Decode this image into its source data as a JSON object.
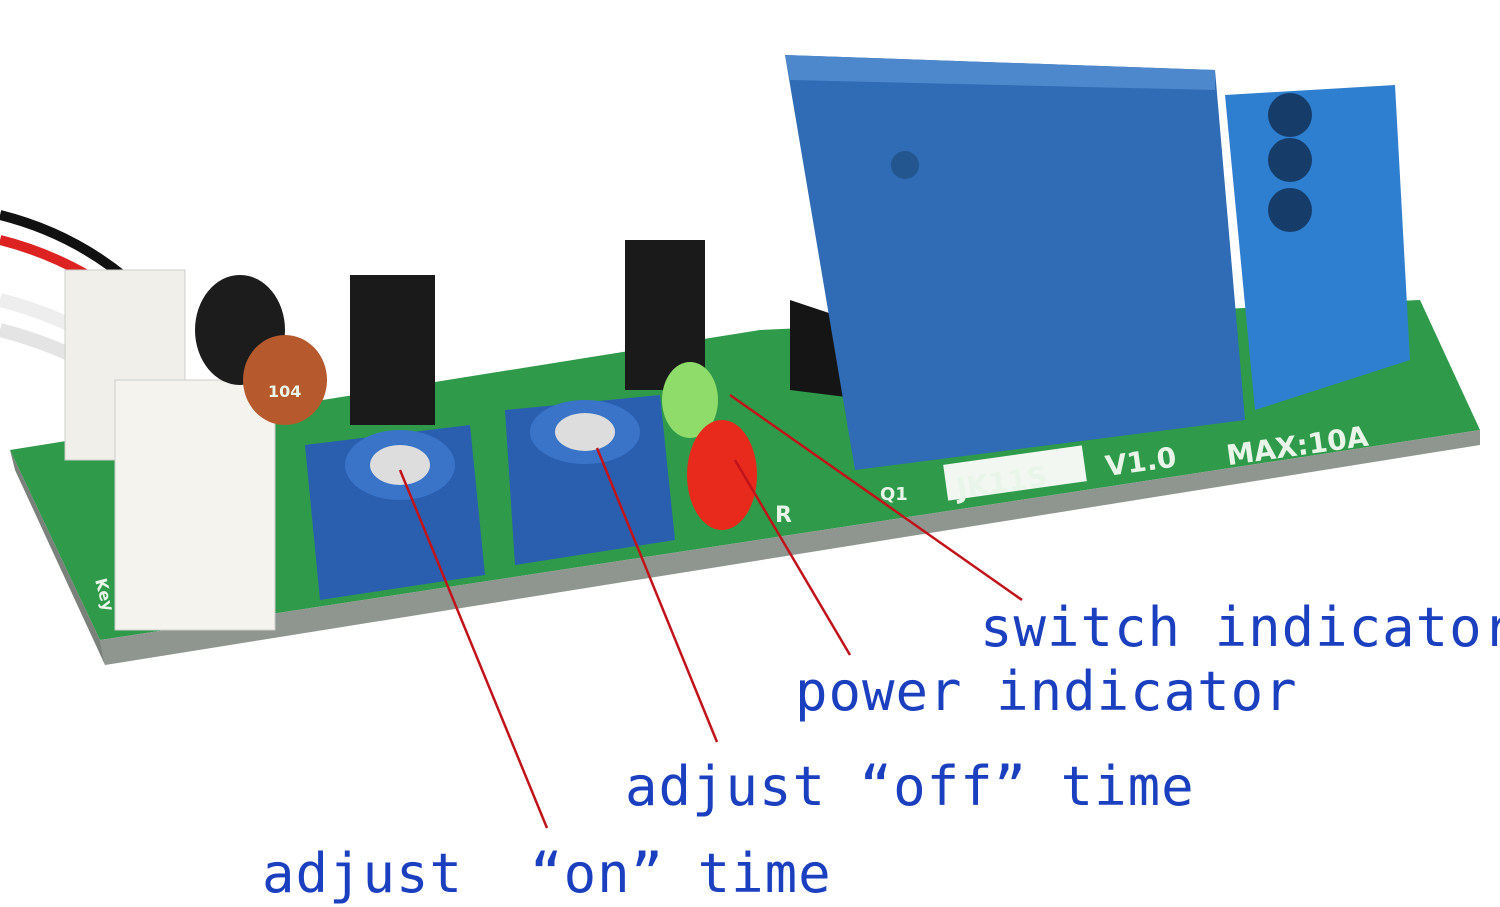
{
  "labels": {
    "switch_indicator": "switch indicator",
    "power_indicator": "power indicator",
    "adjust_off_time": "adjust “off” time",
    "adjust_on_time": "adjust  “on” time"
  },
  "board_markings": {
    "model": "JK11S",
    "version": "V1.0",
    "max_current": "MAX:10A",
    "capacitor_code": "104",
    "key": "Key",
    "resistor": "R",
    "transistor": "Q1"
  },
  "colors": {
    "label_text": "#1a3fbf",
    "leader_line": "#c0141a",
    "pcb": "#2e9a4a",
    "relay": "#2f6cb5",
    "potentiometer": "#2a5fb0"
  }
}
